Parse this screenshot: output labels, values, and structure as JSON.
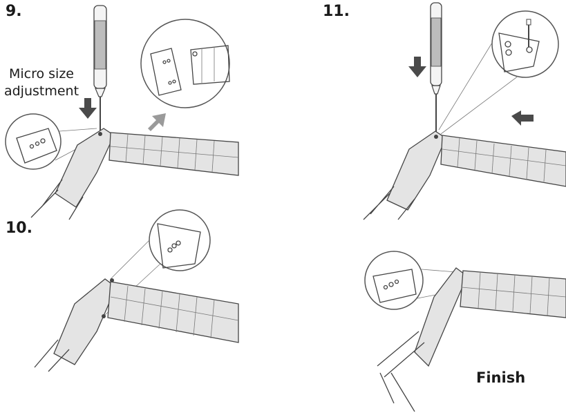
{
  "steps": {
    "s9": {
      "number": "9."
    },
    "s10": {
      "number": "10."
    },
    "s11": {
      "number": "11."
    },
    "finish": {
      "label": "Finish"
    }
  },
  "annotation": {
    "line1": "Micro size",
    "line2": "adjustment"
  },
  "colors": {
    "outline": "#444444",
    "band_fill": "#e4e4e4",
    "arrow_dark": "#4a4a4a",
    "arrow_light": "#9a9a9a"
  },
  "icons": {
    "screwdriver": "screwdriver-icon",
    "arrow_down": "arrow-down-icon",
    "arrow_up_right": "arrow-up-right-icon",
    "arrow_left": "arrow-left-icon"
  }
}
